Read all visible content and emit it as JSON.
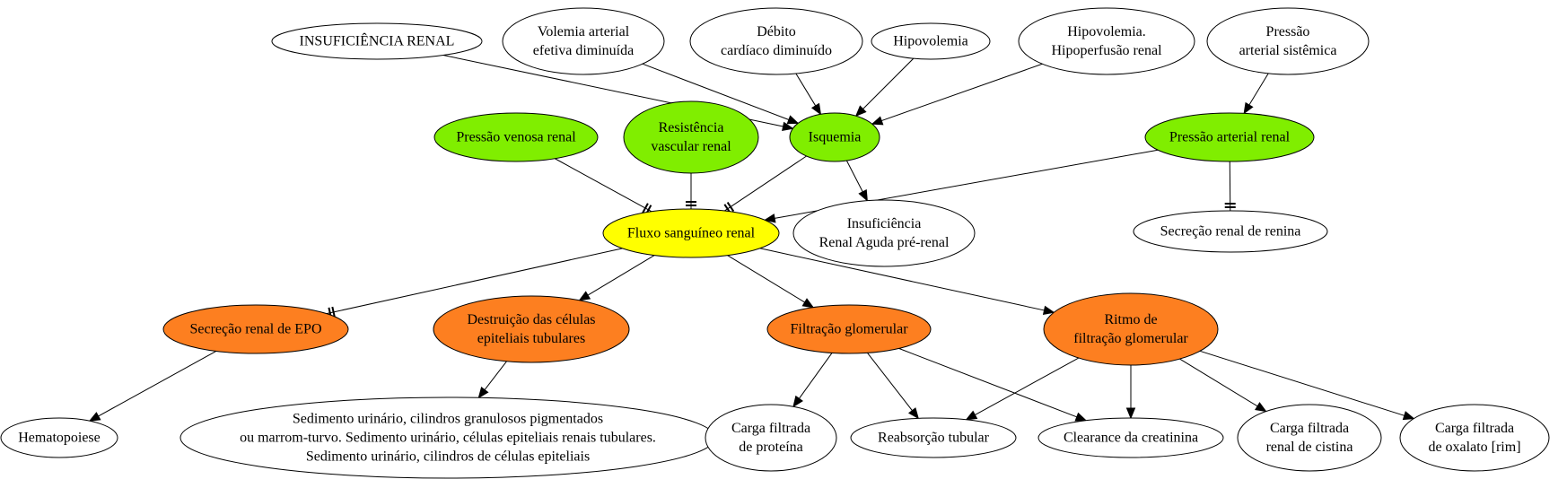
{
  "colors": {
    "white": "#ffffff",
    "green": "#80ee00",
    "yellow": "#ffff00",
    "orange": "#fd7f20",
    "stroke": "#000000"
  },
  "nodes": {
    "insuficiencia_renal": {
      "lines": [
        "INSUFICIÊNCIA RENAL"
      ],
      "fill": "white"
    },
    "volemia": {
      "lines": [
        "Volemia arterial",
        "efetiva diminuída"
      ],
      "fill": "white"
    },
    "debito": {
      "lines": [
        "Débito",
        "cardíaco diminuído"
      ],
      "fill": "white"
    },
    "hipovolemia": {
      "lines": [
        "Hipovolemia"
      ],
      "fill": "white"
    },
    "hipovolemia_hipoperfusao": {
      "lines": [
        "Hipovolemia.",
        "Hipoperfusão renal"
      ],
      "fill": "white"
    },
    "pressao_sistemica": {
      "lines": [
        "Pressão",
        "arterial sistêmica"
      ],
      "fill": "white"
    },
    "pressao_venosa": {
      "lines": [
        "Pressão venosa renal"
      ],
      "fill": "green"
    },
    "resistencia": {
      "lines": [
        "Resistência",
        "vascular renal"
      ],
      "fill": "green"
    },
    "isquemia": {
      "lines": [
        "Isquemia"
      ],
      "fill": "green"
    },
    "pressao_arterial_renal": {
      "lines": [
        "Pressão arterial renal"
      ],
      "fill": "green"
    },
    "fluxo": {
      "lines": [
        "Fluxo sanguíneo renal"
      ],
      "fill": "yellow"
    },
    "ira_prerenal": {
      "lines": [
        "Insuficiência",
        "Renal Aguda pré-renal"
      ],
      "fill": "white"
    },
    "renina": {
      "lines": [
        "Secreção renal de renina"
      ],
      "fill": "white"
    },
    "epo": {
      "lines": [
        "Secreção renal de EPO"
      ],
      "fill": "orange"
    },
    "destruicao": {
      "lines": [
        "Destruição das células",
        "epiteliais tubulares"
      ],
      "fill": "orange"
    },
    "filtracao": {
      "lines": [
        "Filtração glomerular"
      ],
      "fill": "orange"
    },
    "ritmo": {
      "lines": [
        "Ritmo de",
        "filtração glomerular"
      ],
      "fill": "orange"
    },
    "hematopoiese": {
      "lines": [
        "Hematopoiese"
      ],
      "fill": "white"
    },
    "sedimento": {
      "lines": [
        "Sedimento urinário, cilindros granulosos pigmentados",
        "ou marrom-turvo. Sedimento urinário, células epiteliais renais tubulares.",
        "Sedimento urinário, cilindros de células epiteliais"
      ],
      "fill": "white"
    },
    "carga_proteina": {
      "lines": [
        "Carga filtrada",
        "de proteína"
      ],
      "fill": "white"
    },
    "reabsorcao": {
      "lines": [
        "Reabsorção tubular"
      ],
      "fill": "white"
    },
    "clearance": {
      "lines": [
        "Clearance da creatinina"
      ],
      "fill": "white"
    },
    "carga_cistina": {
      "lines": [
        "Carga filtrada",
        "renal de cistina"
      ],
      "fill": "white"
    },
    "carga_oxalato": {
      "lines": [
        "Carga filtrada",
        "de oxalato [rim]"
      ],
      "fill": "white"
    }
  },
  "edges": [
    {
      "from": "insuficiencia_renal",
      "to": "isquemia",
      "head": "arrow"
    },
    {
      "from": "volemia",
      "to": "isquemia",
      "head": "arrow"
    },
    {
      "from": "debito",
      "to": "isquemia",
      "head": "arrow"
    },
    {
      "from": "hipovolemia",
      "to": "isquemia",
      "head": "arrow"
    },
    {
      "from": "hipovolemia_hipoperfusao",
      "to": "isquemia",
      "head": "arrow"
    },
    {
      "from": "pressao_sistemica",
      "to": "pressao_arterial_renal",
      "head": "arrow"
    },
    {
      "from": "pressao_venosa",
      "to": "fluxo",
      "head": "tee"
    },
    {
      "from": "resistencia",
      "to": "fluxo",
      "head": "tee"
    },
    {
      "from": "isquemia",
      "to": "fluxo",
      "head": "tee"
    },
    {
      "from": "pressao_arterial_renal",
      "to": "fluxo",
      "head": "arrow"
    },
    {
      "from": "isquemia",
      "to": "ira_prerenal",
      "head": "arrow"
    },
    {
      "from": "pressao_arterial_renal",
      "to": "renina",
      "head": "tee"
    },
    {
      "from": "fluxo",
      "to": "epo",
      "head": "tee"
    },
    {
      "from": "fluxo",
      "to": "destruicao",
      "head": "arrow"
    },
    {
      "from": "fluxo",
      "to": "filtracao",
      "head": "arrow"
    },
    {
      "from": "fluxo",
      "to": "ritmo",
      "head": "arrow"
    },
    {
      "from": "epo",
      "to": "hematopoiese",
      "head": "arrow"
    },
    {
      "from": "destruicao",
      "to": "sedimento",
      "head": "arrow"
    },
    {
      "from": "filtracao",
      "to": "carga_proteina",
      "head": "arrow"
    },
    {
      "from": "filtracao",
      "to": "reabsorcao",
      "head": "arrow"
    },
    {
      "from": "filtracao",
      "to": "clearance",
      "head": "arrow"
    },
    {
      "from": "ritmo",
      "to": "reabsorcao",
      "head": "arrow"
    },
    {
      "from": "ritmo",
      "to": "clearance",
      "head": "arrow"
    },
    {
      "from": "ritmo",
      "to": "carga_cistina",
      "head": "arrow"
    },
    {
      "from": "ritmo",
      "to": "carga_oxalato",
      "head": "arrow"
    }
  ]
}
